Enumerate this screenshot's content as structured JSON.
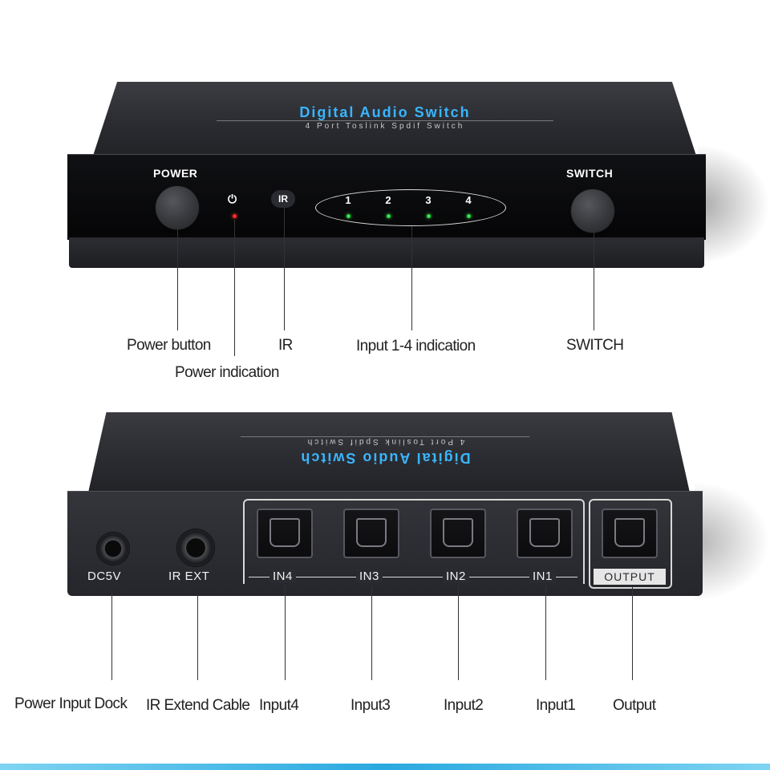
{
  "front_panel": {
    "title": "Digital Audio Switch",
    "subtitle": "4 Port Toslink Spdif Switch",
    "power_label": "POWER",
    "switch_label": "SWITCH",
    "ir_label": "IR",
    "power_icon": "⏻",
    "led_numbers": [
      "1",
      "2",
      "3",
      "4"
    ],
    "colors": {
      "title": "#3ab5ff",
      "power_led": "#ff2a2a",
      "input_led": "#33e04a"
    }
  },
  "front_callouts": {
    "power_button": "Power button",
    "power_indication": "Power indication",
    "ir": "IR",
    "input_indication": "Input 1-4 indication",
    "switch": "SWITCH"
  },
  "back_panel": {
    "title": "Digital Audio Switch",
    "subtitle": "4 Port Toslink Spdif Switch",
    "dc_label": "DC5V",
    "ir_ext_label": "IR EXT",
    "port_labels": [
      "IN4",
      "IN3",
      "IN2",
      "IN1"
    ],
    "output_label": "OUTPUT"
  },
  "back_callouts": {
    "power_input": "Power Input Dock",
    "ir_extend": "IR Extend Cable",
    "input4": "Input4",
    "input3": "Input3",
    "input2": "Input2",
    "input1": "Input1",
    "output": "Output"
  },
  "colors": {
    "accent_strip": "#2aa9e0"
  }
}
